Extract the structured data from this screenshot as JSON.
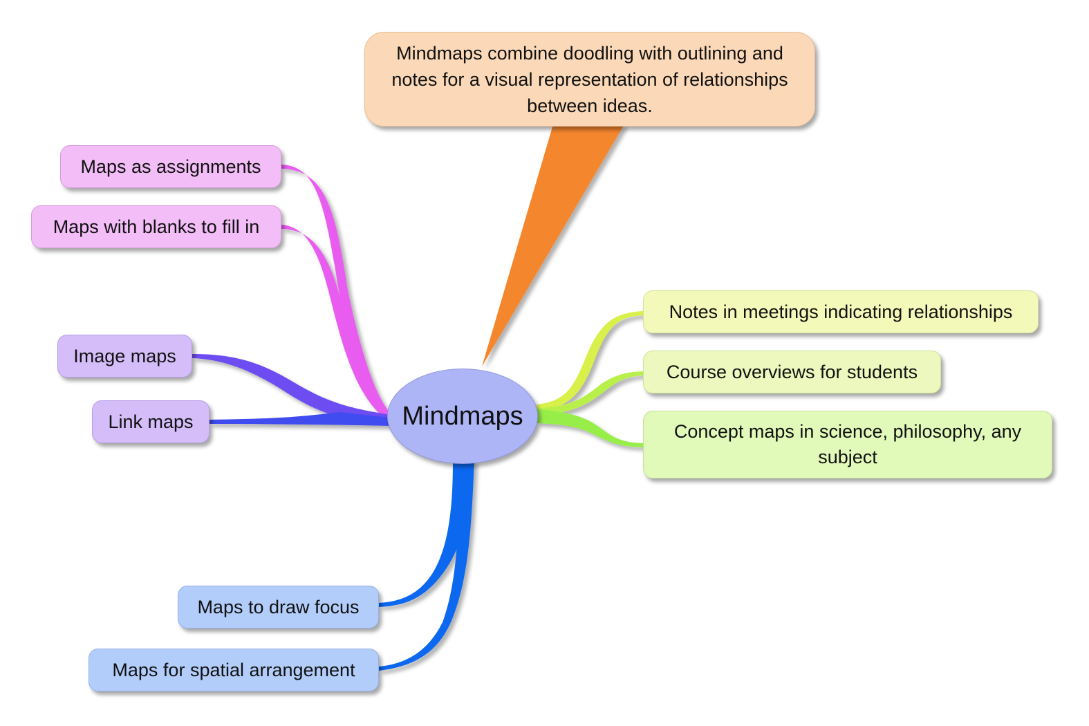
{
  "central_topic": "Mindmaps",
  "note": {
    "text": "Mindmaps combine doodling with outlining and notes for a visual representation of relationships between ideas.",
    "color": "#f4862f"
  },
  "branches": [
    {
      "id": "assignments",
      "label": "Maps as assignments",
      "color": "#e85cf0"
    },
    {
      "id": "blanks",
      "label": "Maps with blanks to fill in",
      "color": "#e85cf0"
    },
    {
      "id": "image",
      "label": "Image maps",
      "color": "#6d4ef2"
    },
    {
      "id": "link",
      "label": "Link maps",
      "color": "#3f4cf0"
    },
    {
      "id": "focus",
      "label": "Maps to draw focus",
      "color": "#0f68f0"
    },
    {
      "id": "spatial",
      "label": "Maps for spatial arrangement",
      "color": "#0f68f0"
    },
    {
      "id": "meetings",
      "label": "Notes in meetings indicating relationships",
      "color": "#d8f04a"
    },
    {
      "id": "courses",
      "label": "Course overviews for students",
      "color": "#b8f04a"
    },
    {
      "id": "concept",
      "label": "Concept maps in science, philosophy, any subject",
      "color": "#98ee48"
    }
  ]
}
